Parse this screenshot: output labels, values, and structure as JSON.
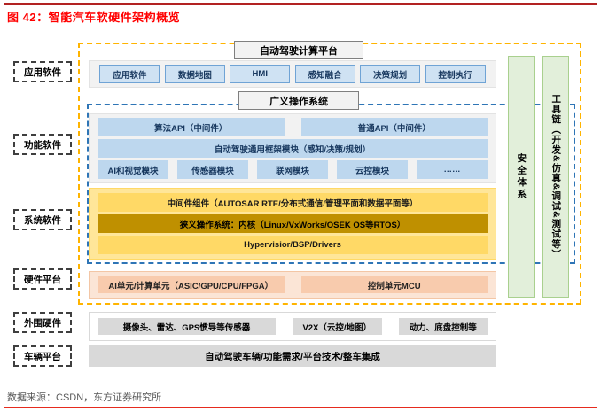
{
  "title": "图 42：智能汽车软硬件架构概览",
  "footer": "数据来源：CSDN，东方证券研究所",
  "colors": {
    "title_red": "#ff0000",
    "top_rule_red": "#b22222",
    "footer_rule_red": "#e62b1e",
    "orange_dash": "#ffb400",
    "blue_dash": "#2e75b6",
    "blue_box": "#bdd7ee",
    "yellow_box": "#ffd966",
    "dark_gold_box": "#bf9000",
    "peach_box": "#f8cbad",
    "green_column": "#e2efda",
    "gray_box": "#d9d9d9"
  },
  "left_labels": [
    "应用软件",
    "功能软件",
    "系统软件",
    "硬件平台",
    "外围硬件",
    "车辆平台"
  ],
  "headers": {
    "computing_platform": "自动驾驶计算平台",
    "generalized_os": "广义操作系统"
  },
  "app_row": [
    "应用软件",
    "数据地图",
    "HMI",
    "感知融合",
    "决策规划",
    "控制执行"
  ],
  "func_section": {
    "algo_api": "算法API（中间件）",
    "common_api": "普通API（中间件）",
    "framework": "自动驾驶通用框架模块（感知/决策/规划）",
    "modules": [
      "AI和视觉模块",
      "传感器模块",
      "联网模块",
      "云控模块",
      "……"
    ]
  },
  "sys_section": {
    "middleware": "中间件组件（AUTOSAR RTE/分布式通信/管理平面和数据平面等）",
    "kernel": "狭义操作系统：内核（Linux/VxWorks/OSEK OS等RTOS）",
    "hypervisor": "Hypervisior/BSP/Drivers"
  },
  "hw_row": [
    "AI单元/计算单元（ASIC/GPU/CPU/FPGA）",
    "控制单元MCU"
  ],
  "peripheral_row": [
    "摄像头、雷达、GPS惯导等传感器",
    "V2X（云控/地图）",
    "动力、底盘控制等"
  ],
  "vehicle_platform": "自动驾驶车辆/功能需求/平台技术/整车集成",
  "right_columns": {
    "safety": "安全体系",
    "toolchain": "工具链（开发&仿真&调试&测试等）"
  }
}
